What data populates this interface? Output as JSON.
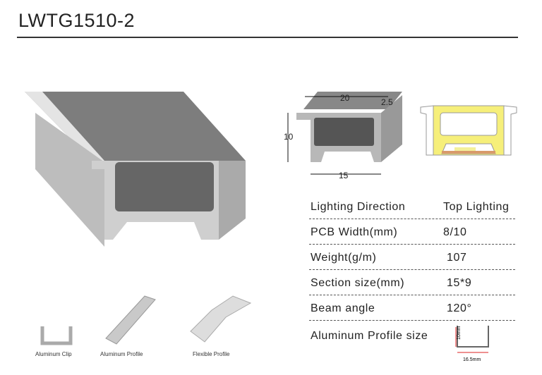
{
  "title": "LWTG1510-2",
  "specs": [
    {
      "label": "Lighting  Direction",
      "value": "Top Lighting"
    },
    {
      "label": "PCB  Width(mm)",
      "value": "8/10"
    },
    {
      "label": "Weight(g/m)",
      "value": "107"
    },
    {
      "label": "Section size(mm)",
      "value": "15*9"
    },
    {
      "label": "Beam angle",
      "value": "120°"
    },
    {
      "label": "Aluminum Profile size",
      "value": ""
    }
  ],
  "dimensions": {
    "width": "20",
    "height": "10",
    "bottom": "15",
    "lip": "2.5",
    "profile_height": "10mm",
    "profile_width": "16.5mm"
  },
  "accessories": [
    "Aluminum Clip",
    "Aluminum Profile",
    "Flexible Profile"
  ]
}
